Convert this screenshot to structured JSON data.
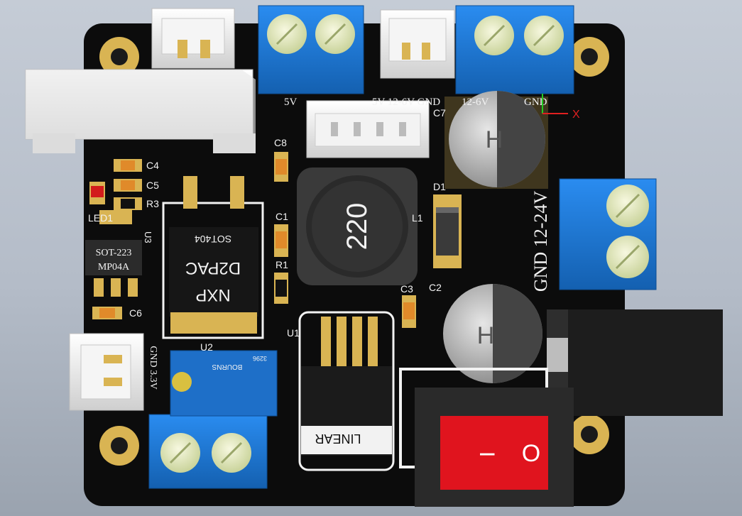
{
  "colors": {
    "pcb": "#0c0c0c",
    "silkscreen": "#f2f2f2",
    "gold": "#d9b453",
    "terminal_blue": "#1a78d6",
    "switch_red": "#e0141e",
    "inductor": "#3a3a3a"
  },
  "silkscreen": {
    "out_5v": "5V",
    "out_gnd_3v3": "GND 3.3V",
    "out_5v_gnd": "5V 12-6V GND",
    "out_12_6v": "12-6V",
    "out_gnd": "GND",
    "in_12_24v": "GND 12-24V",
    "out_3v3_gnd": "GND 3.3V"
  },
  "components": {
    "c4": "C4",
    "c5": "C5",
    "r3": "R3",
    "led1": "LED1",
    "u3": "U3",
    "u3_package": "SOT-223",
    "u3_part": "MP04A",
    "c6": "C6",
    "c8": "C8",
    "c1": "C1",
    "r1": "R1",
    "c3": "C3",
    "c2": "C2",
    "c7": "C7",
    "d1": "D1",
    "l1": "L1",
    "u1": "U1",
    "u2": "U2",
    "u2_package_top": "SOT404",
    "u2_line1": "D2PAC",
    "u2_line2": "NXP",
    "inductor_value": "220",
    "cap_marking": "H",
    "u1_brand": "LINEAR",
    "switch_off": "O",
    "switch_on": "I",
    "trimpot_brand": "BOURNS",
    "trimpot_value": "3296"
  },
  "axes": {
    "x": "X"
  }
}
